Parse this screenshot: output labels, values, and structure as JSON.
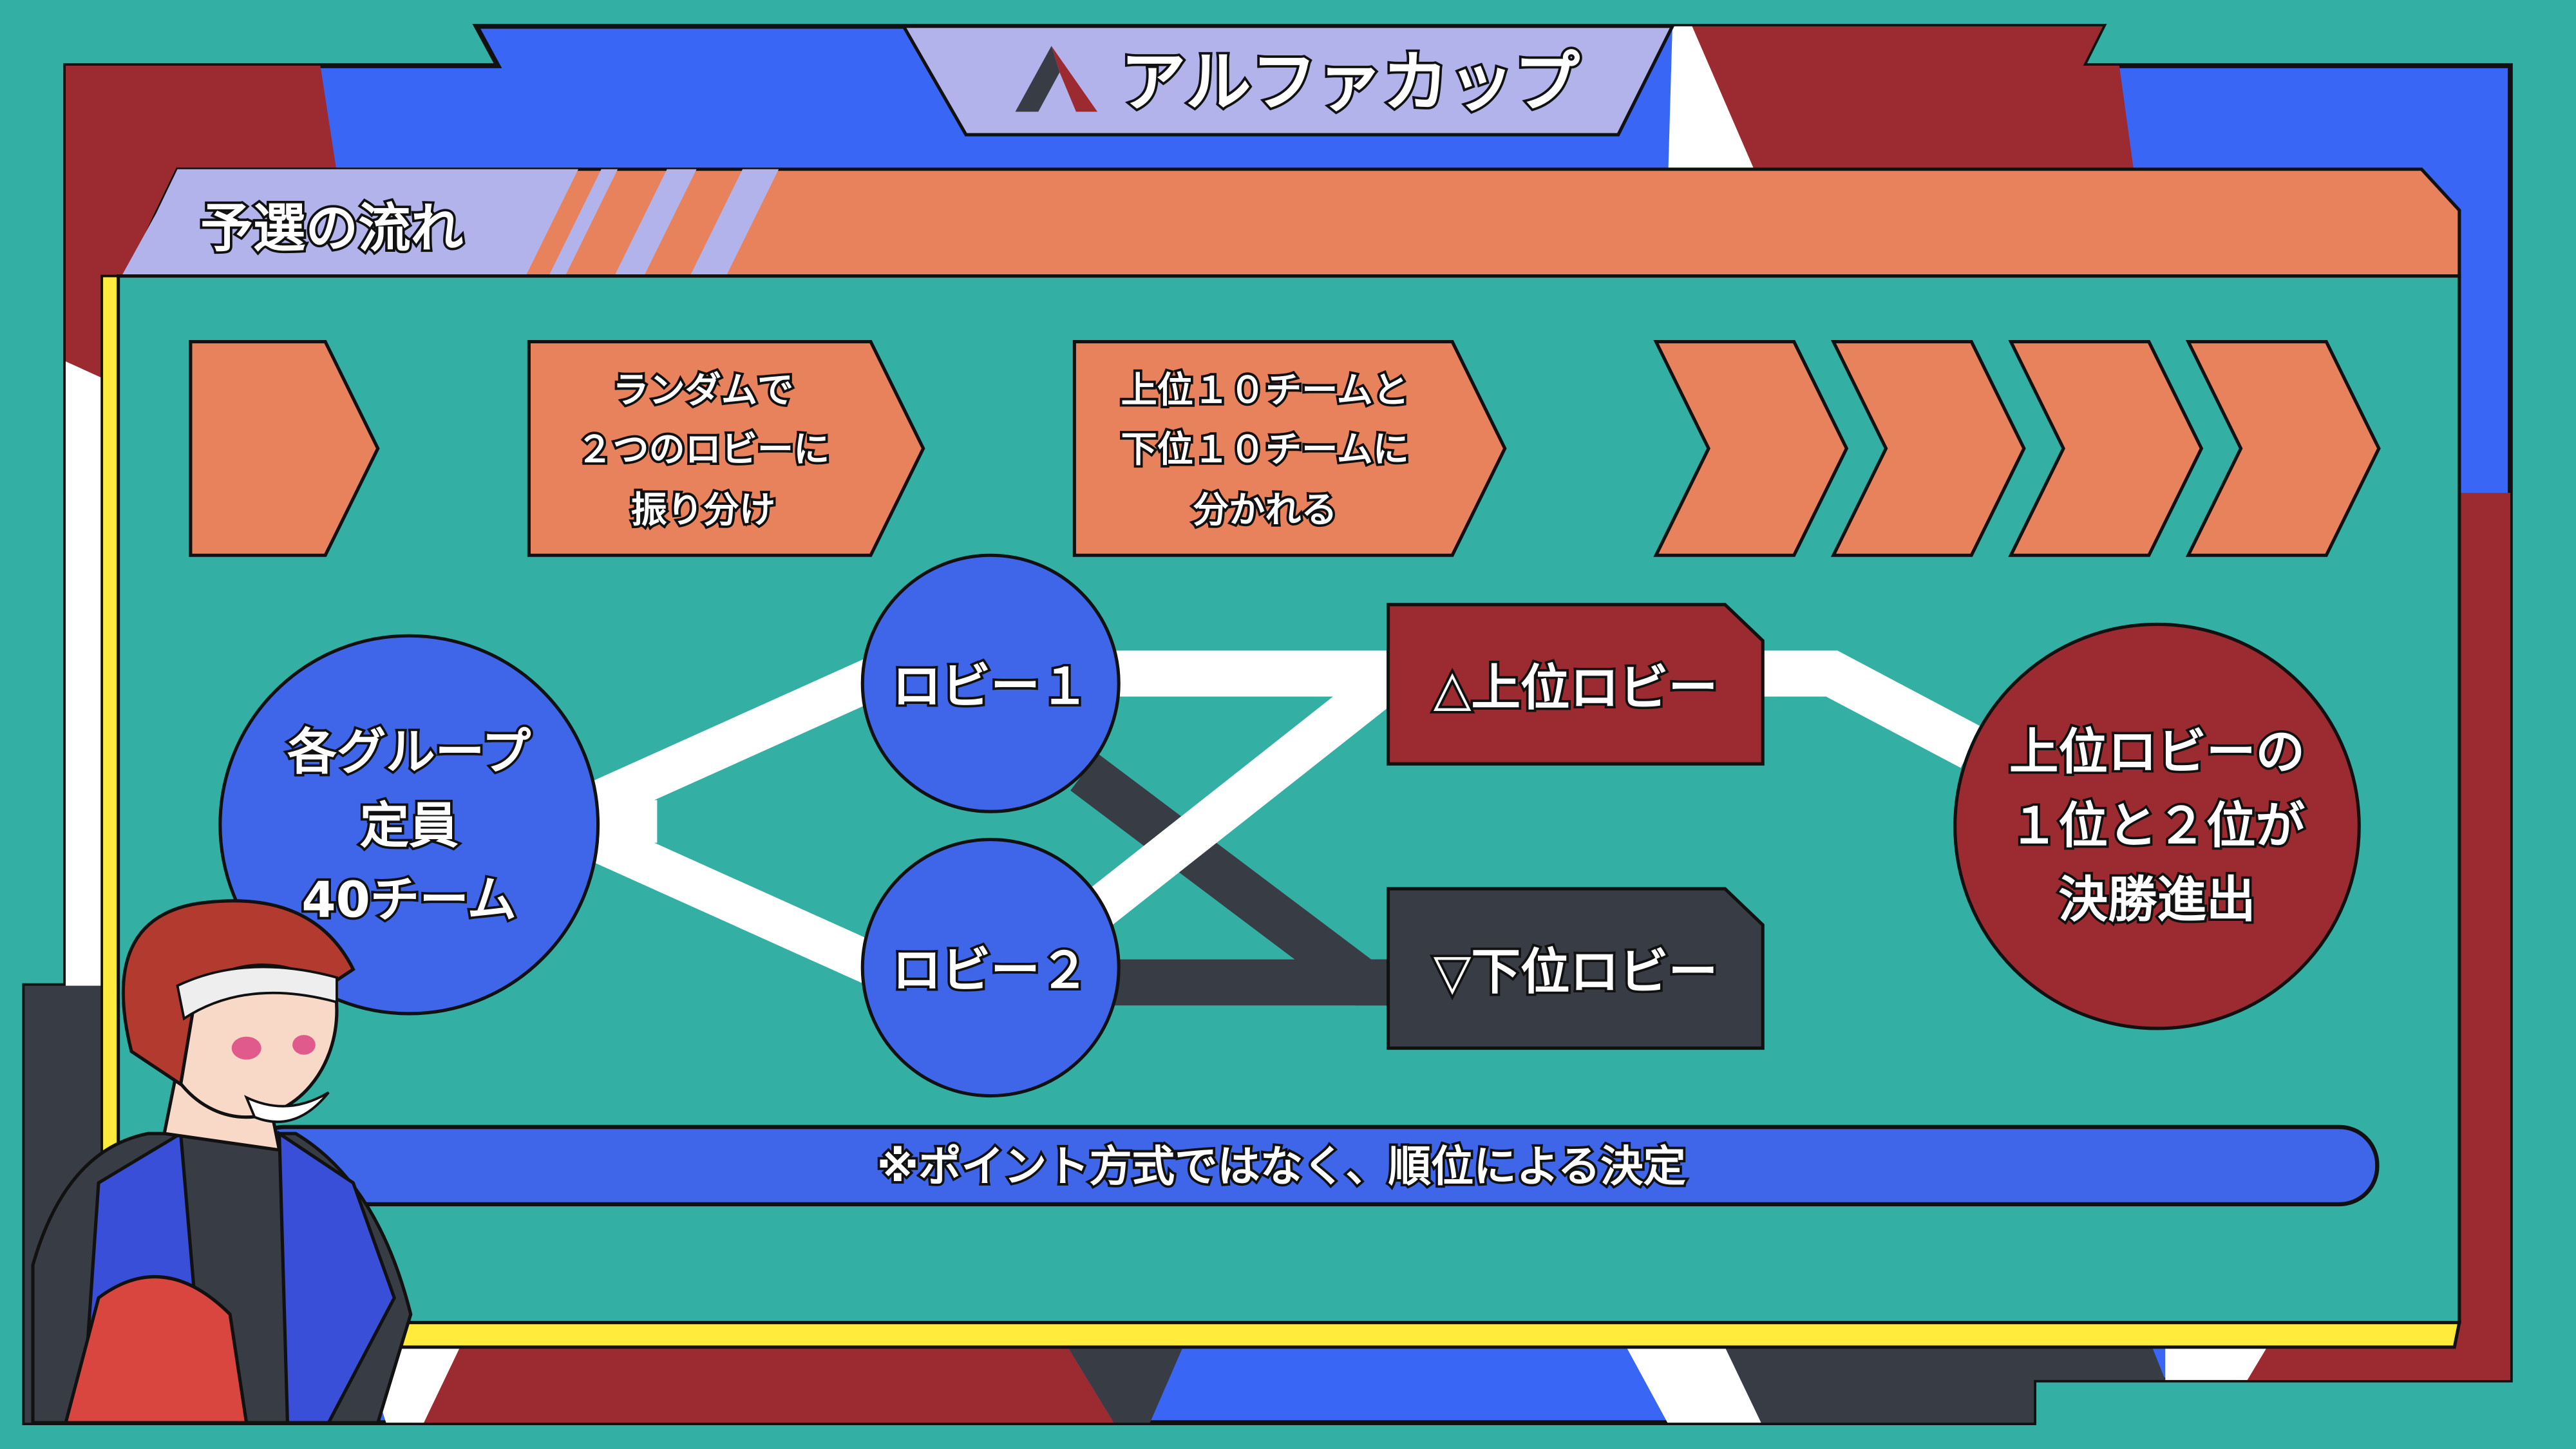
{
  "header": {
    "title": "アルファカップ",
    "logo": "alpha-cup-logo"
  },
  "section": {
    "title": "予選の流れ"
  },
  "steps": [
    {
      "lines": []
    },
    {
      "lines": [
        "ランダムで",
        "２つのロビーに",
        "振り分け"
      ]
    },
    {
      "lines": [
        "上位１０チームと",
        "下位１０チームに",
        "分かれる"
      ]
    }
  ],
  "nodes": {
    "group": {
      "lines": [
        "各グループ",
        "定員",
        "40チーム"
      ]
    },
    "lobby1": "ロビー１",
    "lobby2": "ロビー２",
    "upper_lobby": "△上位ロビー",
    "lower_lobby": "▽下位ロビー",
    "final": {
      "lines": [
        "上位ロビーの",
        "１位と２位が",
        "決勝進出"
      ]
    }
  },
  "note": "※ポイント方式ではなく、順位による決定",
  "colors": {
    "teal": "#33AFA3",
    "blue": "#3F66E8",
    "red": "#9B2B30",
    "orange": "#E8825C",
    "lavender": "#B3B3EC",
    "dark": "#383C44",
    "yellow": "#FFEB3B"
  }
}
